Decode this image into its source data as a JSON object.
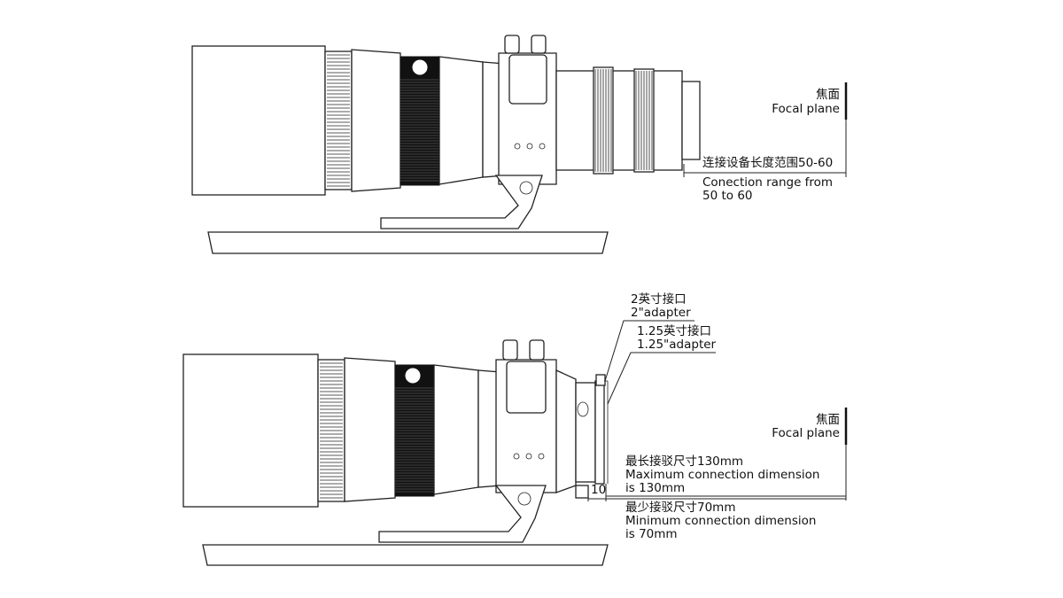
{
  "top": {
    "focal_plane_cn": "焦面",
    "focal_plane_en": "Focal plane",
    "connection_range_cn": "连接设备长度范围50-60",
    "connection_range_en_1": "Conection range from",
    "connection_range_en_2": "50 to 60"
  },
  "bottom": {
    "adapter2_cn": "2英寸接口",
    "adapter2_en": "2\"adapter",
    "adapter125_cn": "1.25英寸接口",
    "adapter125_en": "1.25\"adapter",
    "focal_plane_cn": "焦面",
    "focal_plane_en": "Focal plane",
    "max_cn": "最长接驳尺寸130mm",
    "max_en_1": "Maximum connection dimension",
    "max_en_2": "is 130mm",
    "spacer_value": "10",
    "min_cn": "最少接驳尺寸70mm",
    "min_en_1": "Minimum connection dimension",
    "min_en_2": "is 70mm"
  }
}
